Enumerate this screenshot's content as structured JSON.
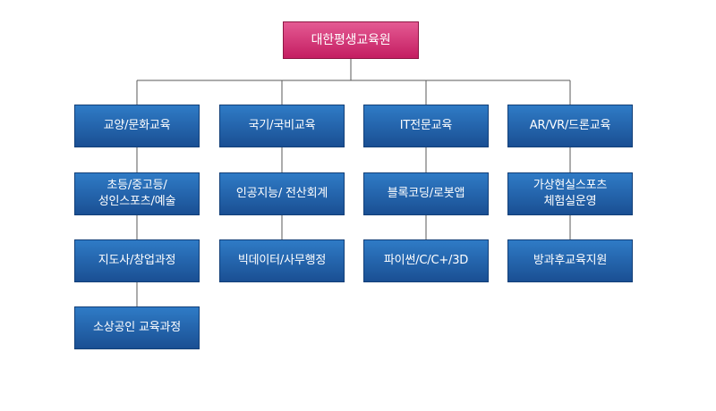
{
  "root": {
    "label": "대한평생교육원"
  },
  "columns": [
    {
      "header": "교양/문화교육",
      "items": [
        [
          "초등/중고등/",
          "성인스포츠/예술"
        ],
        [
          "지도사/창업과정"
        ],
        [
          "소상공인 교육과정"
        ]
      ]
    },
    {
      "header": "국기/국비교육",
      "items": [
        [
          "인공지능/ 전산회계"
        ],
        [
          "빅데이터/사무행정"
        ]
      ]
    },
    {
      "header": "IT전문교육",
      "items": [
        [
          "블록코딩/로봇앱"
        ],
        [
          "파이썬/C/C+/3D"
        ]
      ]
    },
    {
      "header": "AR/VR/드론교육",
      "items": [
        [
          "가상현실스포츠",
          "체험실운영"
        ],
        [
          "방과후교육지원"
        ]
      ]
    }
  ],
  "colors": {
    "root": "#c41d61",
    "box": "#1a4f93",
    "line": "#5a5a5a",
    "text": "#ffffff"
  }
}
